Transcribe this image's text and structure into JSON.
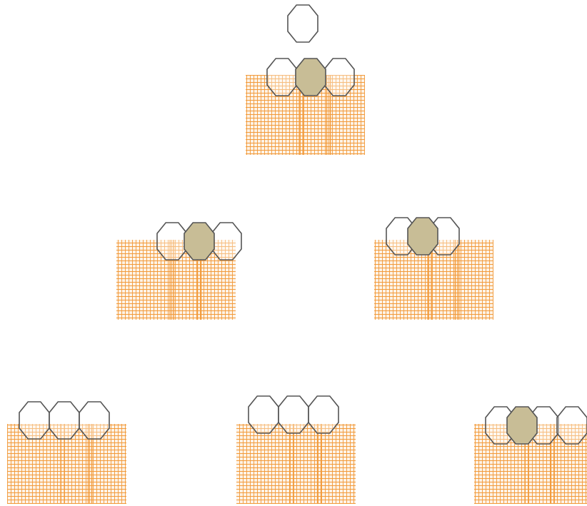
{
  "colors": {
    "grid_fill": "#fdf3e7",
    "grid_line": "#f29a3a",
    "octagon_stroke": "#555555",
    "octagon_fill": "#ffffff",
    "highlight_fill": "#c8bd96"
  },
  "diagram": {
    "node_count": 6,
    "nodes": [
      {
        "id": "root",
        "octagons": 3,
        "highlighted_index": 1
      },
      {
        "id": "mid-left",
        "octagons": 3,
        "highlighted_index": 1
      },
      {
        "id": "mid-right",
        "octagons": 3,
        "highlighted_index": 1
      },
      {
        "id": "bottom-left",
        "octagons": 3,
        "highlighted_index": null
      },
      {
        "id": "bottom-center",
        "octagons": 3,
        "highlighted_index": null
      },
      {
        "id": "bottom-right",
        "octagons": 4,
        "highlighted_index": 1
      }
    ],
    "pending_octagon": true
  }
}
